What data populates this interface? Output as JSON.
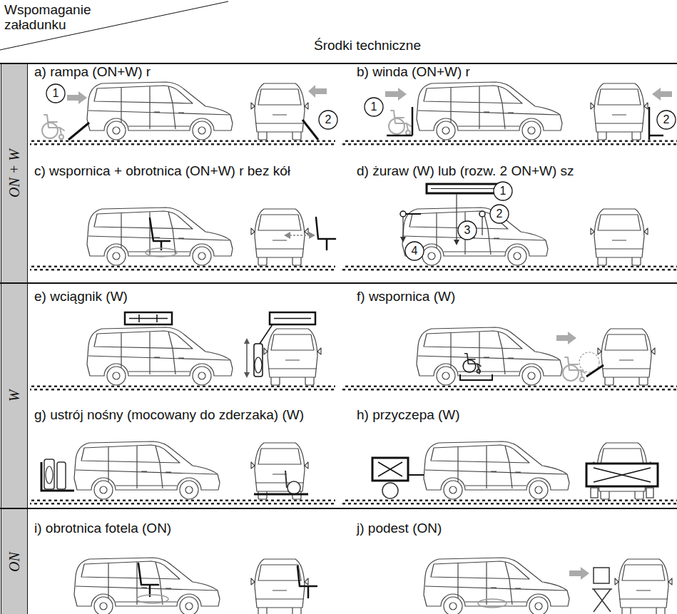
{
  "diagram": {
    "nodes": [
      {
        "text": [
          "ON + W"
        ]
      },
      {
        "text": [
          "1"
        ]
      },
      {
        "text": [
          "2"
        ]
      },
      {
        "text": [
          "1"
        ]
      },
      {
        "text": [
          "2"
        ]
      },
      {
        "text": [
          "1"
        ]
      },
      {
        "text": [
          "2"
        ]
      },
      {
        "text": [
          "3"
        ]
      },
      {
        "text": [
          "4"
        ]
      },
      {
        "text": [
          "W"
        ]
      },
      {
        "text": [
          "ON"
        ]
      }
    ],
    "labels": [
      "Wspomaganie załadunku",
      "Środki techniczne",
      "a) rampa (ON+W) r",
      "b) winda (ON+W) r",
      "c) wspornica + obrotnica (ON+W) r bez kół",
      "d) żuraw (W) lub (rozw. 2 ON+W) sz",
      "e) wciągnik (W)",
      "f) wspornica (W)",
      "g) ustrój nośny (mocowany do zderzaka) (W)",
      "h) przyczepa (W)",
      "i) obrotnica fotela (ON)",
      "j) podest (ON)"
    ]
  }
}
